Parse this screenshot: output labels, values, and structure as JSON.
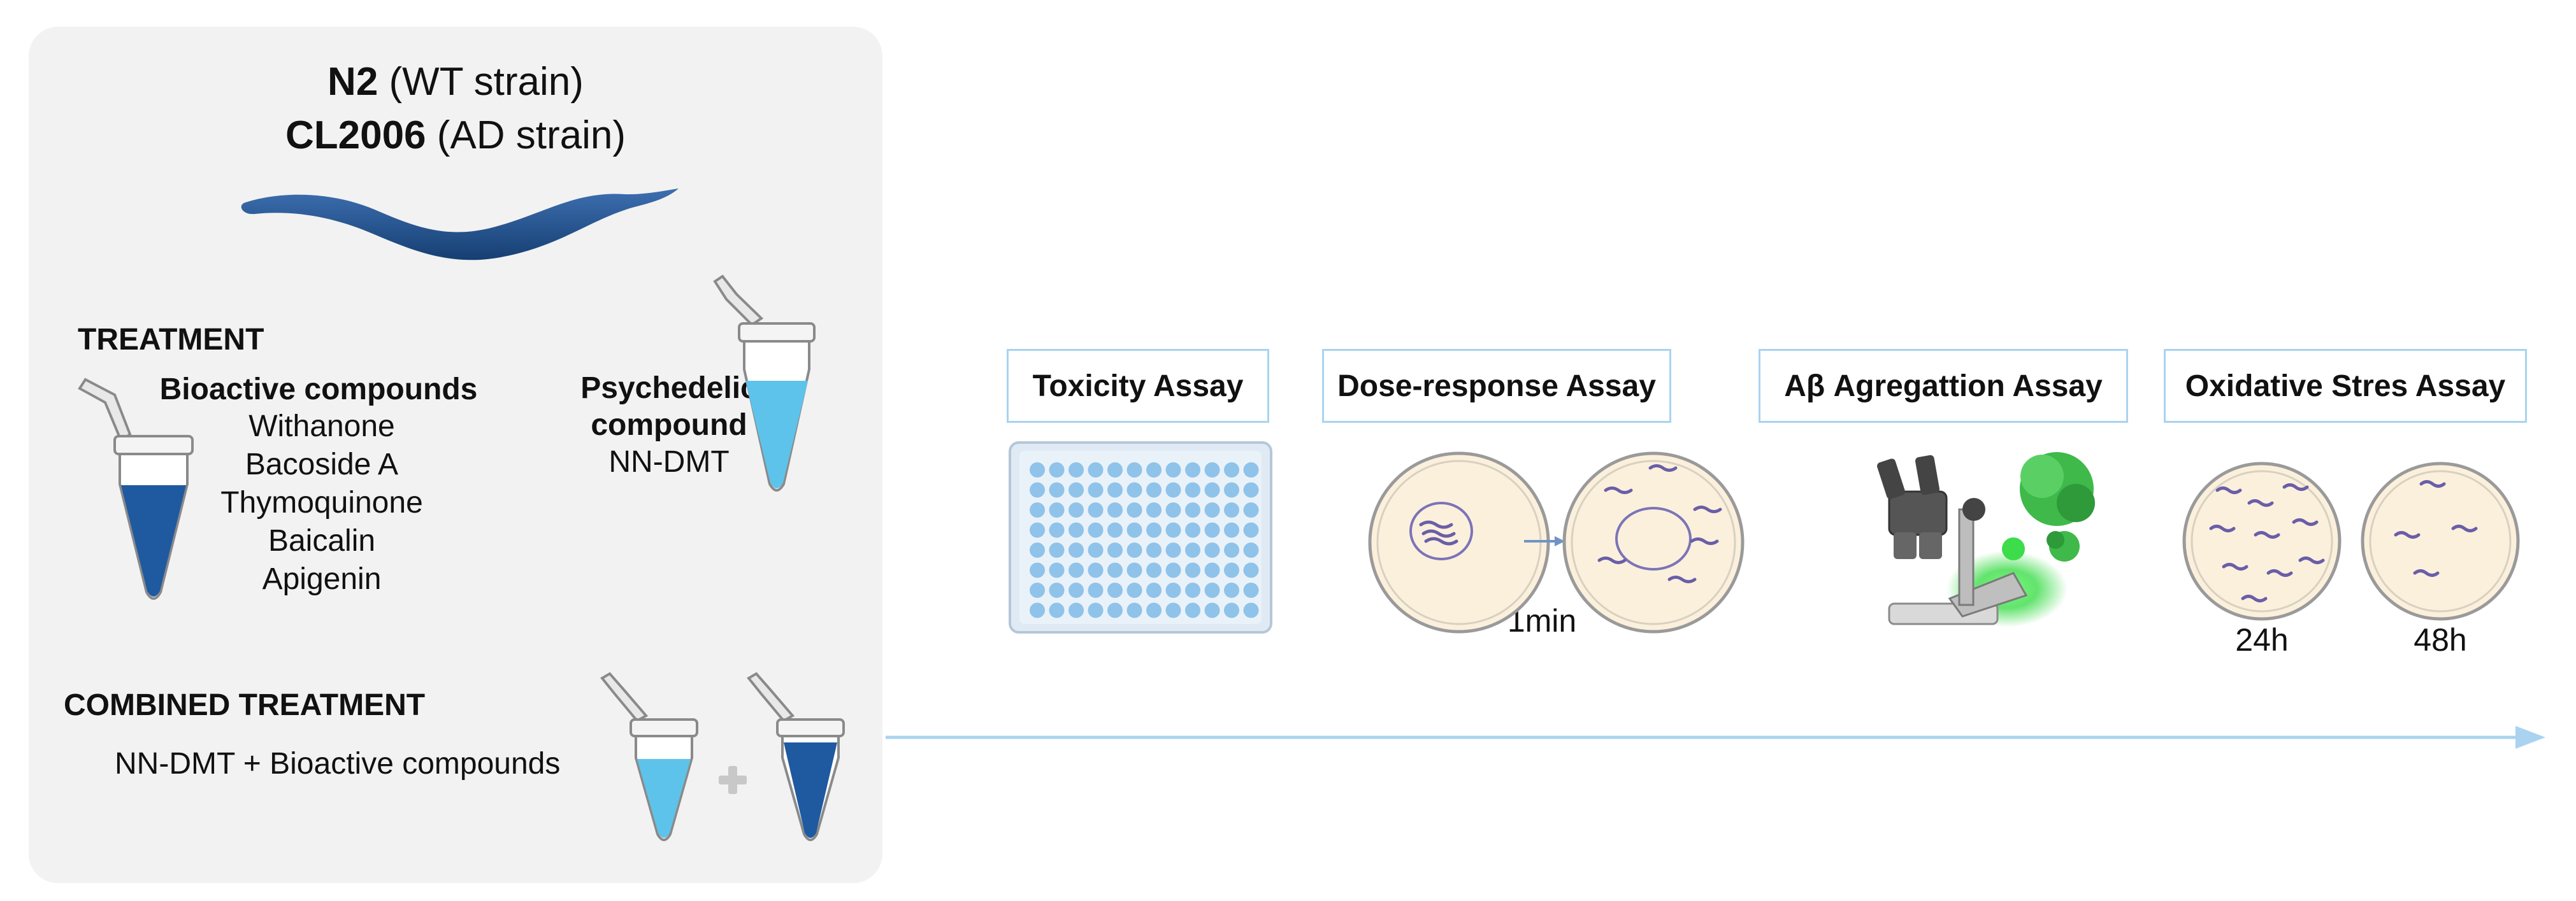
{
  "strains": [
    {
      "code": "N2",
      "desc": " (WT strain)"
    },
    {
      "code": "CL2006",
      "desc": " (AD strain)"
    }
  ],
  "treatment": {
    "heading": "TREATMENT",
    "bioactive_title": "Bioactive compounds",
    "bioactive_items": [
      "Withanone",
      "Bacoside A",
      "Thymoquinone",
      "Baicalin",
      "Apigenin"
    ],
    "psychedelic_title_line1": "Psychedelic",
    "psychedelic_title_line2": "compound",
    "psychedelic_item": "NN-DMT"
  },
  "combined": {
    "heading": "COMBINED TREATMENT",
    "text": "NN-DMT + Bioactive compounds"
  },
  "assays": [
    {
      "label": "Toxicity Assay"
    },
    {
      "label": "Dose-response Assay"
    },
    {
      "label": "Aβ Agregattion Assay"
    },
    {
      "label": "Oxidative Stres Assay"
    }
  ],
  "timepoints": {
    "dose": "1min",
    "oxidative_1": "24h",
    "oxidative_2": "48h"
  },
  "colors": {
    "panel": "#f2f2f2",
    "worm": "#1f4f8c",
    "tube_dark": "#1f5aa0",
    "tube_light": "#5ec3ea",
    "box_border": "#a9d3f0",
    "arrow": "#a9d3f0",
    "plate_well": "#8fc3ea",
    "petri_fill": "#fbf0dc",
    "microscope_glow": "#3ddc4a"
  }
}
